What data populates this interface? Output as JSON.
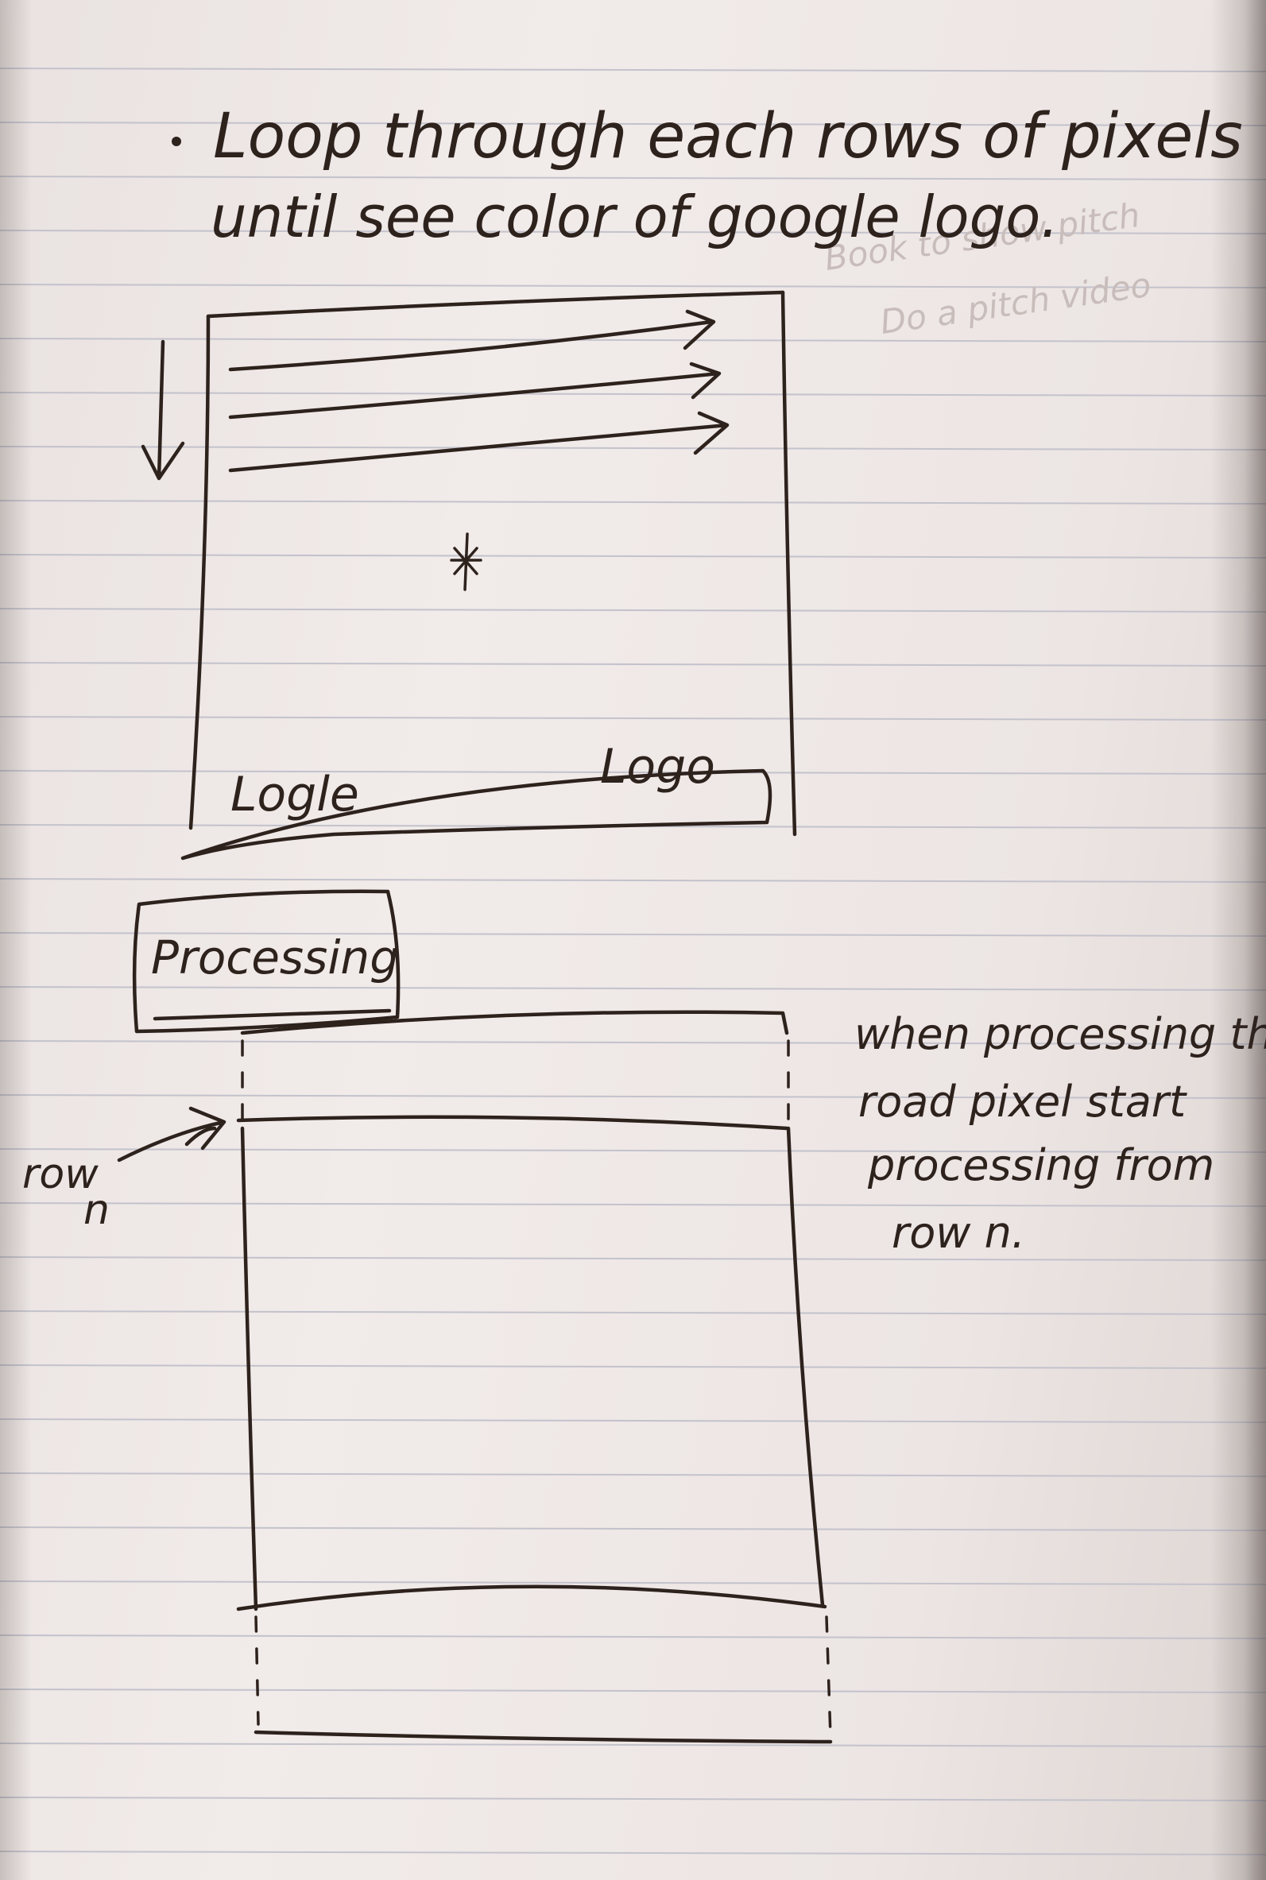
{
  "note": {
    "bullet_line_1": "Loop through each rows of pixels",
    "bullet_line_2": "until see color of google logo.",
    "bleed_through": [
      "Book to show pitch",
      "Do a pitch video"
    ],
    "sketch_top": {
      "label_left": "Logle",
      "label_right": "Logo"
    },
    "processing_box_label": "Processing",
    "row_label": "row",
    "row_subscript": "n",
    "side_note": [
      "when processing the",
      "road pixel start",
      "processing from",
      "row n."
    ]
  },
  "colors": {
    "paper": "#efe8e6",
    "ink": "#2e221d",
    "rule_line": "#c3c2cc"
  }
}
